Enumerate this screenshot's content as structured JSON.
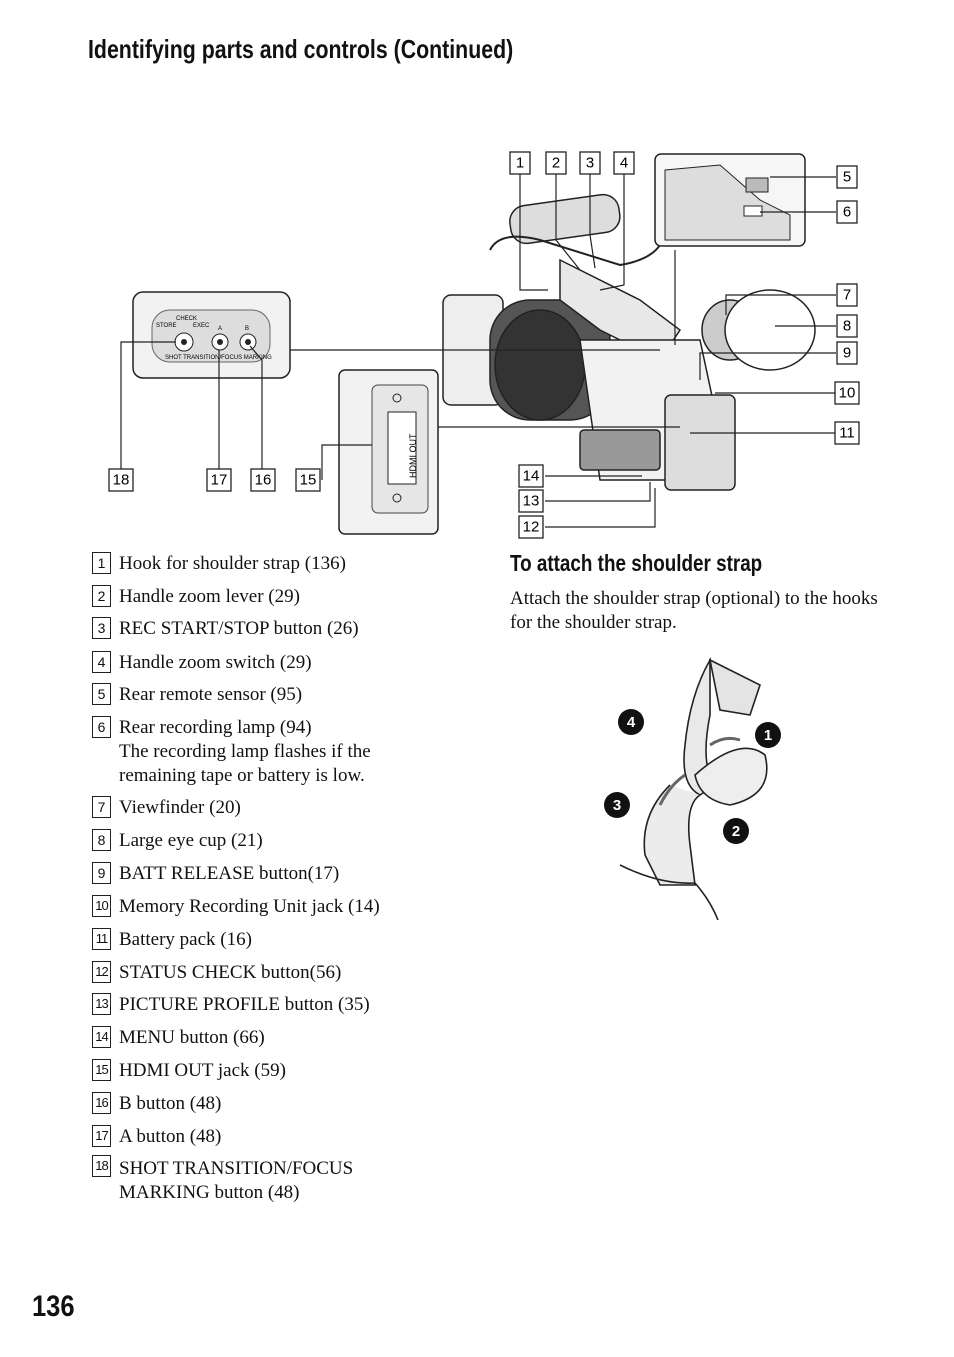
{
  "header": {
    "title": "Identifying parts and controls (Continued)"
  },
  "page_number": "136",
  "diagram": {
    "callouts": [
      "1",
      "2",
      "3",
      "4",
      "5",
      "6",
      "7",
      "8",
      "9",
      "10",
      "11",
      "12",
      "13",
      "14",
      "15",
      "16",
      "17",
      "18"
    ],
    "panel_labels": {
      "check": "CHECK",
      "store": "STORE",
      "exec": "EXEC",
      "a": "A",
      "b": "B",
      "shot": "SHOT TRANSITION/FOCUS MARKING",
      "hdmi": "HDMI OUT"
    }
  },
  "parts": [
    {
      "num": "1",
      "text": "Hook for shoulder strap (136)"
    },
    {
      "num": "2",
      "text": "Handle zoom lever (29)"
    },
    {
      "num": "3",
      "text": "REC START/STOP button (26)"
    },
    {
      "num": "4",
      "text": "Handle zoom switch (29)"
    },
    {
      "num": "5",
      "text": "Rear remote sensor (95)"
    },
    {
      "num": "6",
      "text": "Rear recording lamp (94)",
      "note": "The recording lamp flashes if the remaining tape or battery is low."
    },
    {
      "num": "7",
      "text": "Viewfinder (20)"
    },
    {
      "num": "8",
      "text": "Large eye cup (21)"
    },
    {
      "num": "9",
      "text": "BATT RELEASE button(17)"
    },
    {
      "num": "10",
      "text": "Memory Recording Unit jack (14)"
    },
    {
      "num": "11",
      "text": "Battery pack (16)"
    },
    {
      "num": "12",
      "text": "STATUS CHECK button(56)"
    },
    {
      "num": "13",
      "text": "PICTURE PROFILE button (35)"
    },
    {
      "num": "14",
      "text": "MENU button (66)"
    },
    {
      "num": "15",
      "text": "HDMI OUT jack (59)"
    },
    {
      "num": "16",
      "text": "B button (48)"
    },
    {
      "num": "17",
      "text": "A button (48)"
    },
    {
      "num": "18",
      "text": "SHOT TRANSITION/FOCUS MARKING button (48)"
    }
  ],
  "section": {
    "title": "To attach the shoulder strap",
    "body": "Attach the shoulder strap (optional) to the hooks for the shoulder strap."
  },
  "strap_steps": [
    "1",
    "2",
    "3",
    "4"
  ]
}
